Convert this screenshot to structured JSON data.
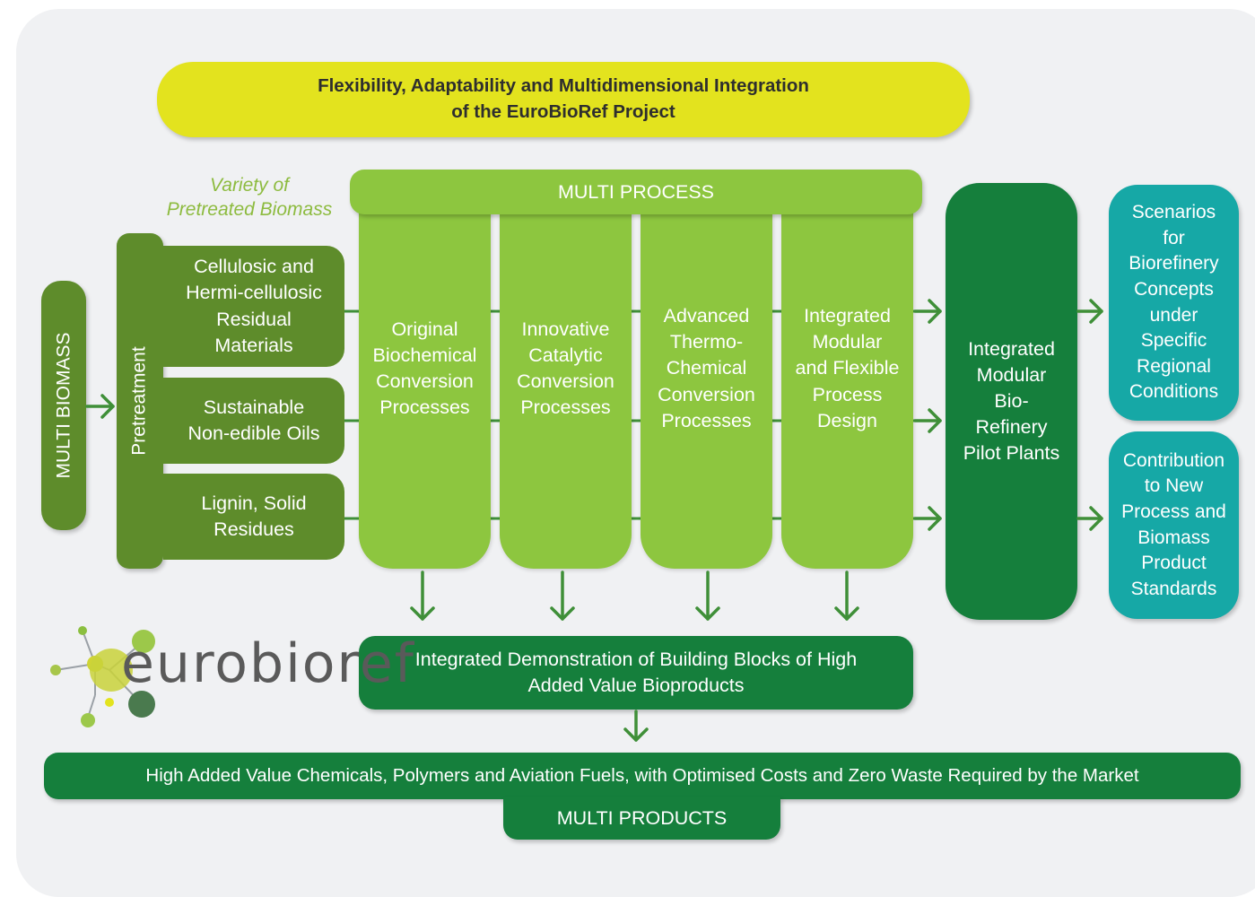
{
  "banner": {
    "text": "Flexibility, Adaptability and Multidimensional Integration\nof the EuroBioRef Project"
  },
  "variety_label": "Variety of\nPretreated Biomass",
  "multi_biomass": "MULTI BIOMASS",
  "pretreatment": "Pretreatment",
  "feedstocks": [
    "Cellulosic and\nHermi-cellulosic\nResidual\nMaterials",
    "Sustainable\nNon-edible Oils",
    "Lignin, Solid\nResidues"
  ],
  "multi_process": "MULTI PROCESS",
  "processes": [
    "Original\nBiochemical\nConversion\nProcesses",
    "Innovative\nCatalytic\nConversion\nProcesses",
    "Advanced\nThermo-\nChemical\nConversion\nProcesses",
    "Integrated\nModular\nand Flexible\nProcess\nDesign"
  ],
  "pilot_plants": "Integrated\nModular\nBio-\nRefinery\nPilot Plants",
  "outcomes": [
    "Scenarios\nfor\nBiorefinery\nConcepts\nunder\nSpecific\nRegional\nConditions",
    "Contribution\nto New\nProcess and\nBiomass\nProduct\nStandards"
  ],
  "demonstration": "Integrated Demonstration of Building Blocks of High\nAdded Value Bioproducts",
  "market": "High Added Value Chemicals, Polymers and Aviation Fuels, with Optimised Costs and Zero Waste Required by the Market",
  "multi_products": "MULTI PRODUCTS",
  "logo": {
    "text": "eurobioref"
  },
  "colors": {
    "banner": "#e3e31e",
    "dark_olive": "#5e8c2b",
    "light_green": "#8dc63f",
    "dark_green": "#157f3c",
    "teal": "#16a8a6",
    "arrow": "#3f8f38",
    "label_green": "#8dbb3f"
  }
}
